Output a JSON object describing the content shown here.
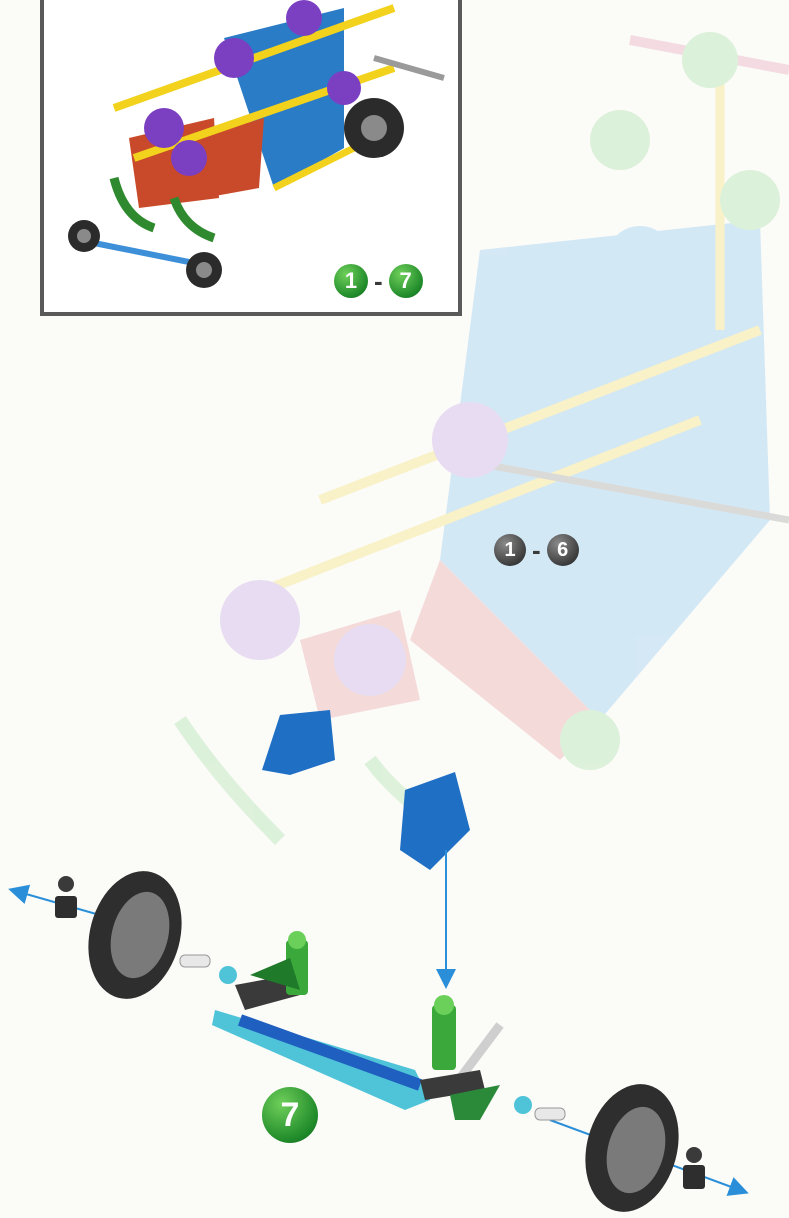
{
  "inset": {
    "range_start": "1",
    "range_end": "7",
    "dash": "-"
  },
  "ghost_label": {
    "range_start": "1",
    "range_end": "6",
    "dash": "-"
  },
  "step": {
    "number": "7"
  },
  "colors": {
    "arrow": "#2a8fd8",
    "badge_green": "#1f8a2a",
    "badge_grey": "#3d3d3d",
    "rod_blue": "#3d8fd8",
    "connector_green": "#3aa83a",
    "tire": "#3a3a3a"
  }
}
